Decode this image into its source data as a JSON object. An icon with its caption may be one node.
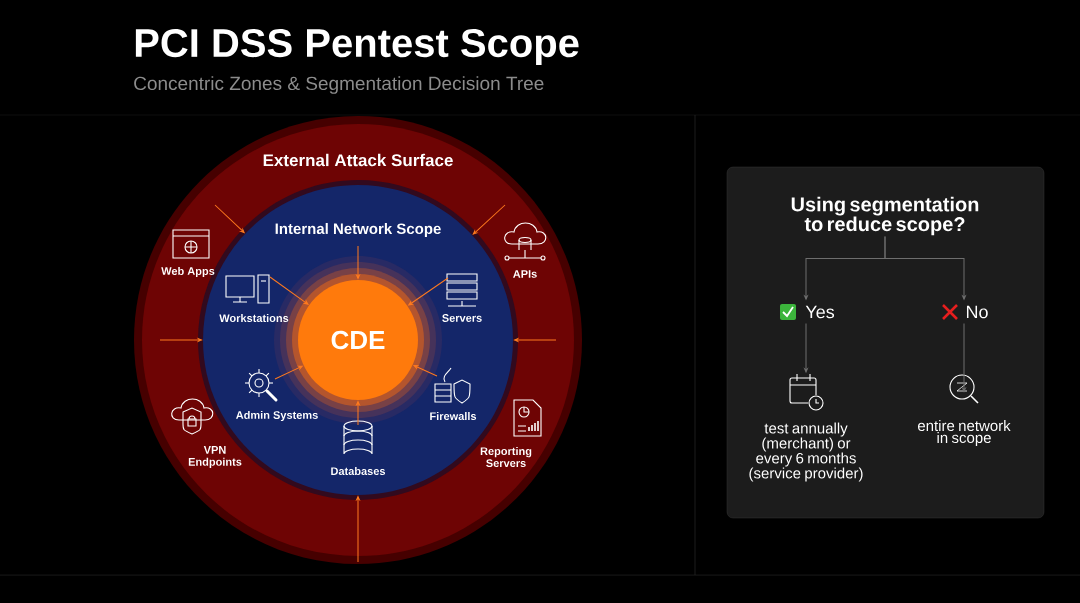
{
  "diagram": {
    "title": "PCI DSS Pentest Scope",
    "nodes": [
      {
        "text": [
          "External Attack Surface"
        ]
      },
      {
        "text": [
          "Internal Network Scope"
        ],
        "in": 0
      },
      {
        "text": [
          "CDE"
        ],
        "in": 1
      },
      {
        "text": [
          "Workstations"
        ],
        "in": 1
      },
      {
        "text": [
          "Servers"
        ],
        "in": 1
      },
      {
        "text": [
          "Admin Systems"
        ],
        "in": 1
      },
      {
        "text": [
          "Firewalls"
        ],
        "in": 1
      },
      {
        "text": [
          "Databases"
        ],
        "in": 1
      },
      {
        "text": [
          "Using segmentation to reduce scope?"
        ]
      },
      {
        "text": [
          "Yes"
        ]
      },
      {
        "text": [
          "No"
        ]
      },
      {
        "text": [
          "test annually (merchant) or every 6 months (service provider)"
        ]
      },
      {
        "text": [
          "entire network in scope"
        ]
      }
    ],
    "edges": [
      {
        "from": null,
        "to": 1,
        "arrow": "to"
      },
      {
        "from": null,
        "to": 1,
        "arrow": "to"
      },
      {
        "from": null,
        "to": 1,
        "arrow": "to"
      },
      {
        "from": null,
        "to": 1,
        "arrow": "to"
      },
      {
        "from": null,
        "to": 1,
        "arrow": "to"
      },
      {
        "from": null,
        "to": 2,
        "arrow": "to"
      },
      {
        "from": 3,
        "to": 2,
        "arrow": "to"
      },
      {
        "from": 4,
        "to": 2,
        "arrow": "to"
      },
      {
        "from": 5,
        "to": 2,
        "arrow": "to"
      },
      {
        "from": 6,
        "to": 2,
        "arrow": "to"
      },
      {
        "from": 7,
        "to": 2,
        "arrow": "to"
      },
      {
        "from": 8,
        "to": 9,
        "arrow": "to",
        "color": "#6e6e6e"
      },
      {
        "from": 8,
        "to": 10,
        "arrow": "to",
        "color": "#6e6e6e"
      },
      {
        "from": 9,
        "to": 11,
        "arrow": "to",
        "color": "#6e6e6e"
      },
      {
        "from": 10,
        "to": 12,
        "arrow": "to",
        "color": "#6e6e6e"
      }
    ],
    "labels": [
      "Concentric Zones & Segmentation Decision Tree",
      "Web Apps",
      "APIs",
      "VPN Endpoints",
      "Reporting Servers"
    ]
  }
}
